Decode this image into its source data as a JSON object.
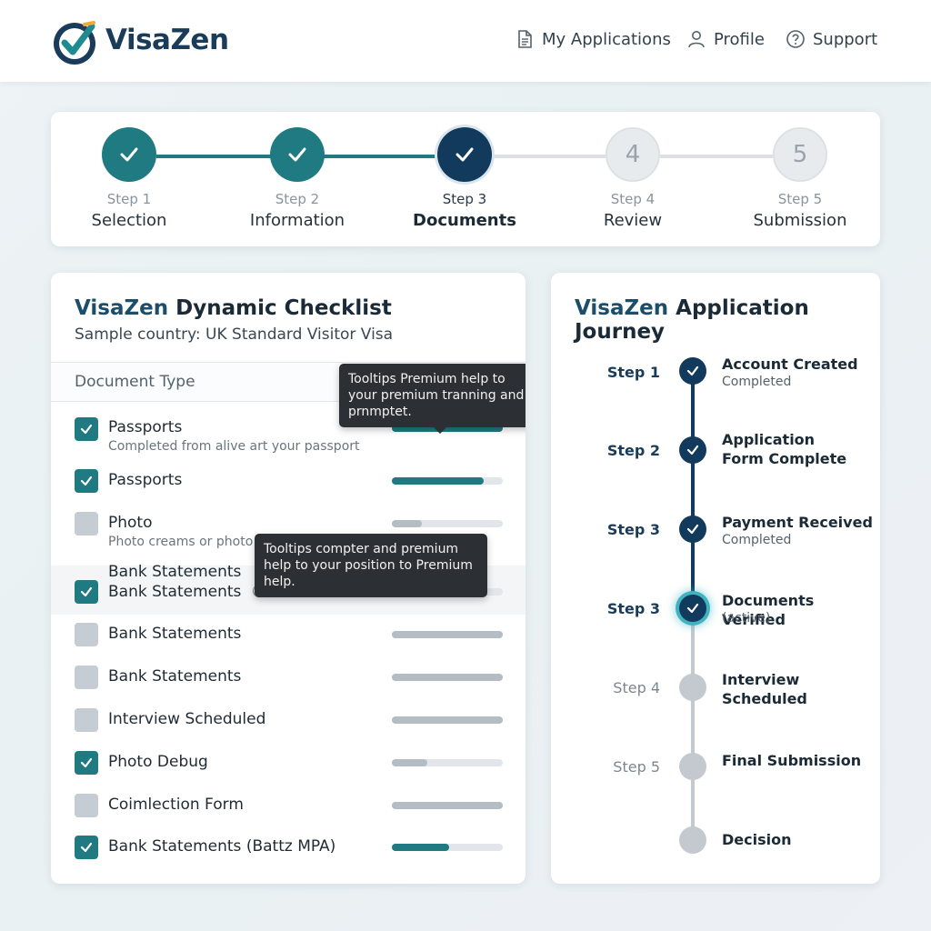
{
  "brand": {
    "name": "VisaZen"
  },
  "nav": {
    "my_applications": "My Applications",
    "profile": "Profile",
    "support": "Support"
  },
  "stepper": {
    "steps": [
      {
        "number_label": "Step 1",
        "name": "Selection",
        "state": "done"
      },
      {
        "number_label": "Step 2",
        "name": "Information",
        "state": "done"
      },
      {
        "number_label": "Step 3",
        "name": "Documents",
        "state": "current"
      },
      {
        "number_label": "Step 4",
        "name": "Review",
        "state": "pending",
        "glyph": "4"
      },
      {
        "number_label": "Step 5",
        "name": "Submission",
        "state": "pending",
        "glyph": "5"
      }
    ]
  },
  "checklist": {
    "title_brand": "VisaZen",
    "title_rest": " Dynamic Checklist",
    "subtitle": "Sample country: UK Standard Visitor Visa",
    "column_header": "Document Type",
    "items": [
      {
        "label": "Passports",
        "sub": "Completed from alive art your passport",
        "checked": true,
        "progress": 1.0
      },
      {
        "label": "Passports",
        "checked": true,
        "progress": 0.83
      },
      {
        "label": "Photo",
        "sub": "Photo creams or photo",
        "checked": false,
        "progress": 0.27
      },
      {
        "label_top": "Bank Statements",
        "label": "Bank Statements",
        "checked": true,
        "progress": 0.63
      },
      {
        "label": "Bank Statements",
        "checked": false,
        "progress": 1.0
      },
      {
        "label": "Bank Statements",
        "checked": false,
        "progress": 1.0
      },
      {
        "label": "Interview Scheduled",
        "checked": false,
        "progress": 1.0
      },
      {
        "label": "Photo Debug",
        "checked": true,
        "progress": 0.32
      },
      {
        "label": "Coimlection Form",
        "checked": false,
        "progress": 1.0
      },
      {
        "label": "Bank Statements (Battz MPA)",
        "checked": true,
        "progress": 0.52
      }
    ],
    "tooltip_1": "Tooltips Premium help to your premium tranning and prnmptet.",
    "tooltip_2": "Tooltips compter and premium help to your position to Premium help."
  },
  "journey": {
    "title_brand": "VisaZen",
    "title_rest": " Application Journey",
    "items": [
      {
        "step": "Step 1",
        "title": "Account Created",
        "status": "Completed",
        "state": "done"
      },
      {
        "step": "Step 2",
        "title": "Application Form Complete",
        "status": "",
        "state": "done"
      },
      {
        "step": "Step 3",
        "title": "Payment Received",
        "status": "Completed",
        "state": "done"
      },
      {
        "step": "Step 3",
        "title": "Documents Verified",
        "status": "(active)",
        "state": "active"
      },
      {
        "step": "Step 4",
        "title": "Interview Scheduled",
        "status": "",
        "state": "pending"
      },
      {
        "step": "Step 5",
        "title": "Final Submission",
        "status": "",
        "state": "pending"
      },
      {
        "step": "",
        "title": "Decision",
        "status": "",
        "state": "pending"
      }
    ]
  },
  "colors": {
    "teal": "#1f7a82",
    "navy": "#123a5c",
    "glow": "#3fb3c0"
  }
}
